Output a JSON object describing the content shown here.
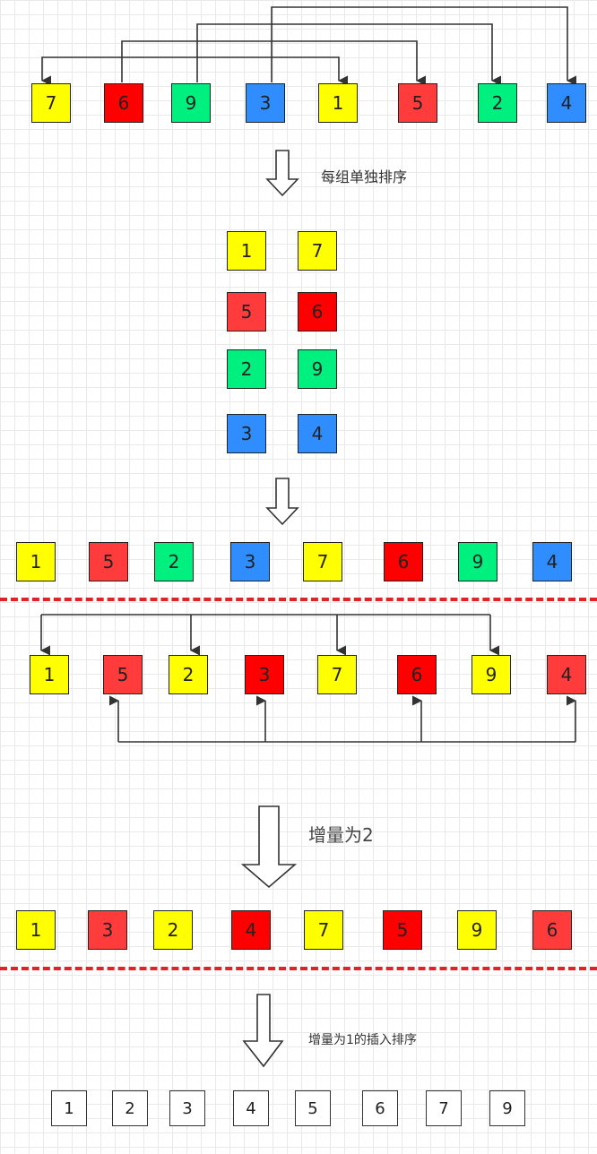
{
  "colors": {
    "yellow": "#ffff00",
    "red": "#ff3b3b",
    "dark_red": "#ff0000",
    "green": "#00f07f",
    "blue": "#2f8dfd",
    "separator": "#e0222b",
    "arrow": "#333333"
  },
  "row1": [
    {
      "value": "7",
      "color": "yellow"
    },
    {
      "value": "6",
      "color": "dark_red"
    },
    {
      "value": "9",
      "color": "green"
    },
    {
      "value": "3",
      "color": "blue"
    },
    {
      "value": "1",
      "color": "yellow"
    },
    {
      "value": "5",
      "color": "red"
    },
    {
      "value": "2",
      "color": "green"
    },
    {
      "value": "4",
      "color": "blue"
    }
  ],
  "step1_label": "每组单独排序",
  "groups": [
    [
      {
        "value": "1",
        "color": "yellow"
      },
      {
        "value": "7",
        "color": "yellow"
      }
    ],
    [
      {
        "value": "5",
        "color": "red"
      },
      {
        "value": "6",
        "color": "dark_red"
      }
    ],
    [
      {
        "value": "2",
        "color": "green"
      },
      {
        "value": "9",
        "color": "green"
      }
    ],
    [
      {
        "value": "3",
        "color": "blue"
      },
      {
        "value": "4",
        "color": "blue"
      }
    ]
  ],
  "row2": [
    {
      "value": "1",
      "color": "yellow"
    },
    {
      "value": "5",
      "color": "red"
    },
    {
      "value": "2",
      "color": "green"
    },
    {
      "value": "3",
      "color": "blue"
    },
    {
      "value": "7",
      "color": "yellow"
    },
    {
      "value": "6",
      "color": "dark_red"
    },
    {
      "value": "9",
      "color": "green"
    },
    {
      "value": "4",
      "color": "blue"
    }
  ],
  "row3": [
    {
      "value": "1",
      "color": "yellow"
    },
    {
      "value": "5",
      "color": "red"
    },
    {
      "value": "2",
      "color": "yellow"
    },
    {
      "value": "3",
      "color": "dark_red"
    },
    {
      "value": "7",
      "color": "yellow"
    },
    {
      "value": "6",
      "color": "dark_red"
    },
    {
      "value": "9",
      "color": "yellow"
    },
    {
      "value": "4",
      "color": "red"
    }
  ],
  "step2_label": "增量为2",
  "row4": [
    {
      "value": "1",
      "color": "yellow"
    },
    {
      "value": "3",
      "color": "red"
    },
    {
      "value": "2",
      "color": "yellow"
    },
    {
      "value": "4",
      "color": "dark_red"
    },
    {
      "value": "7",
      "color": "yellow"
    },
    {
      "value": "5",
      "color": "dark_red"
    },
    {
      "value": "9",
      "color": "yellow"
    },
    {
      "value": "6",
      "color": "red"
    }
  ],
  "step3_label": "增量为1的插入排序",
  "row5": [
    {
      "value": "1"
    },
    {
      "value": "2"
    },
    {
      "value": "3"
    },
    {
      "value": "4"
    },
    {
      "value": "5"
    },
    {
      "value": "6"
    },
    {
      "value": "7"
    },
    {
      "value": "9"
    }
  ]
}
